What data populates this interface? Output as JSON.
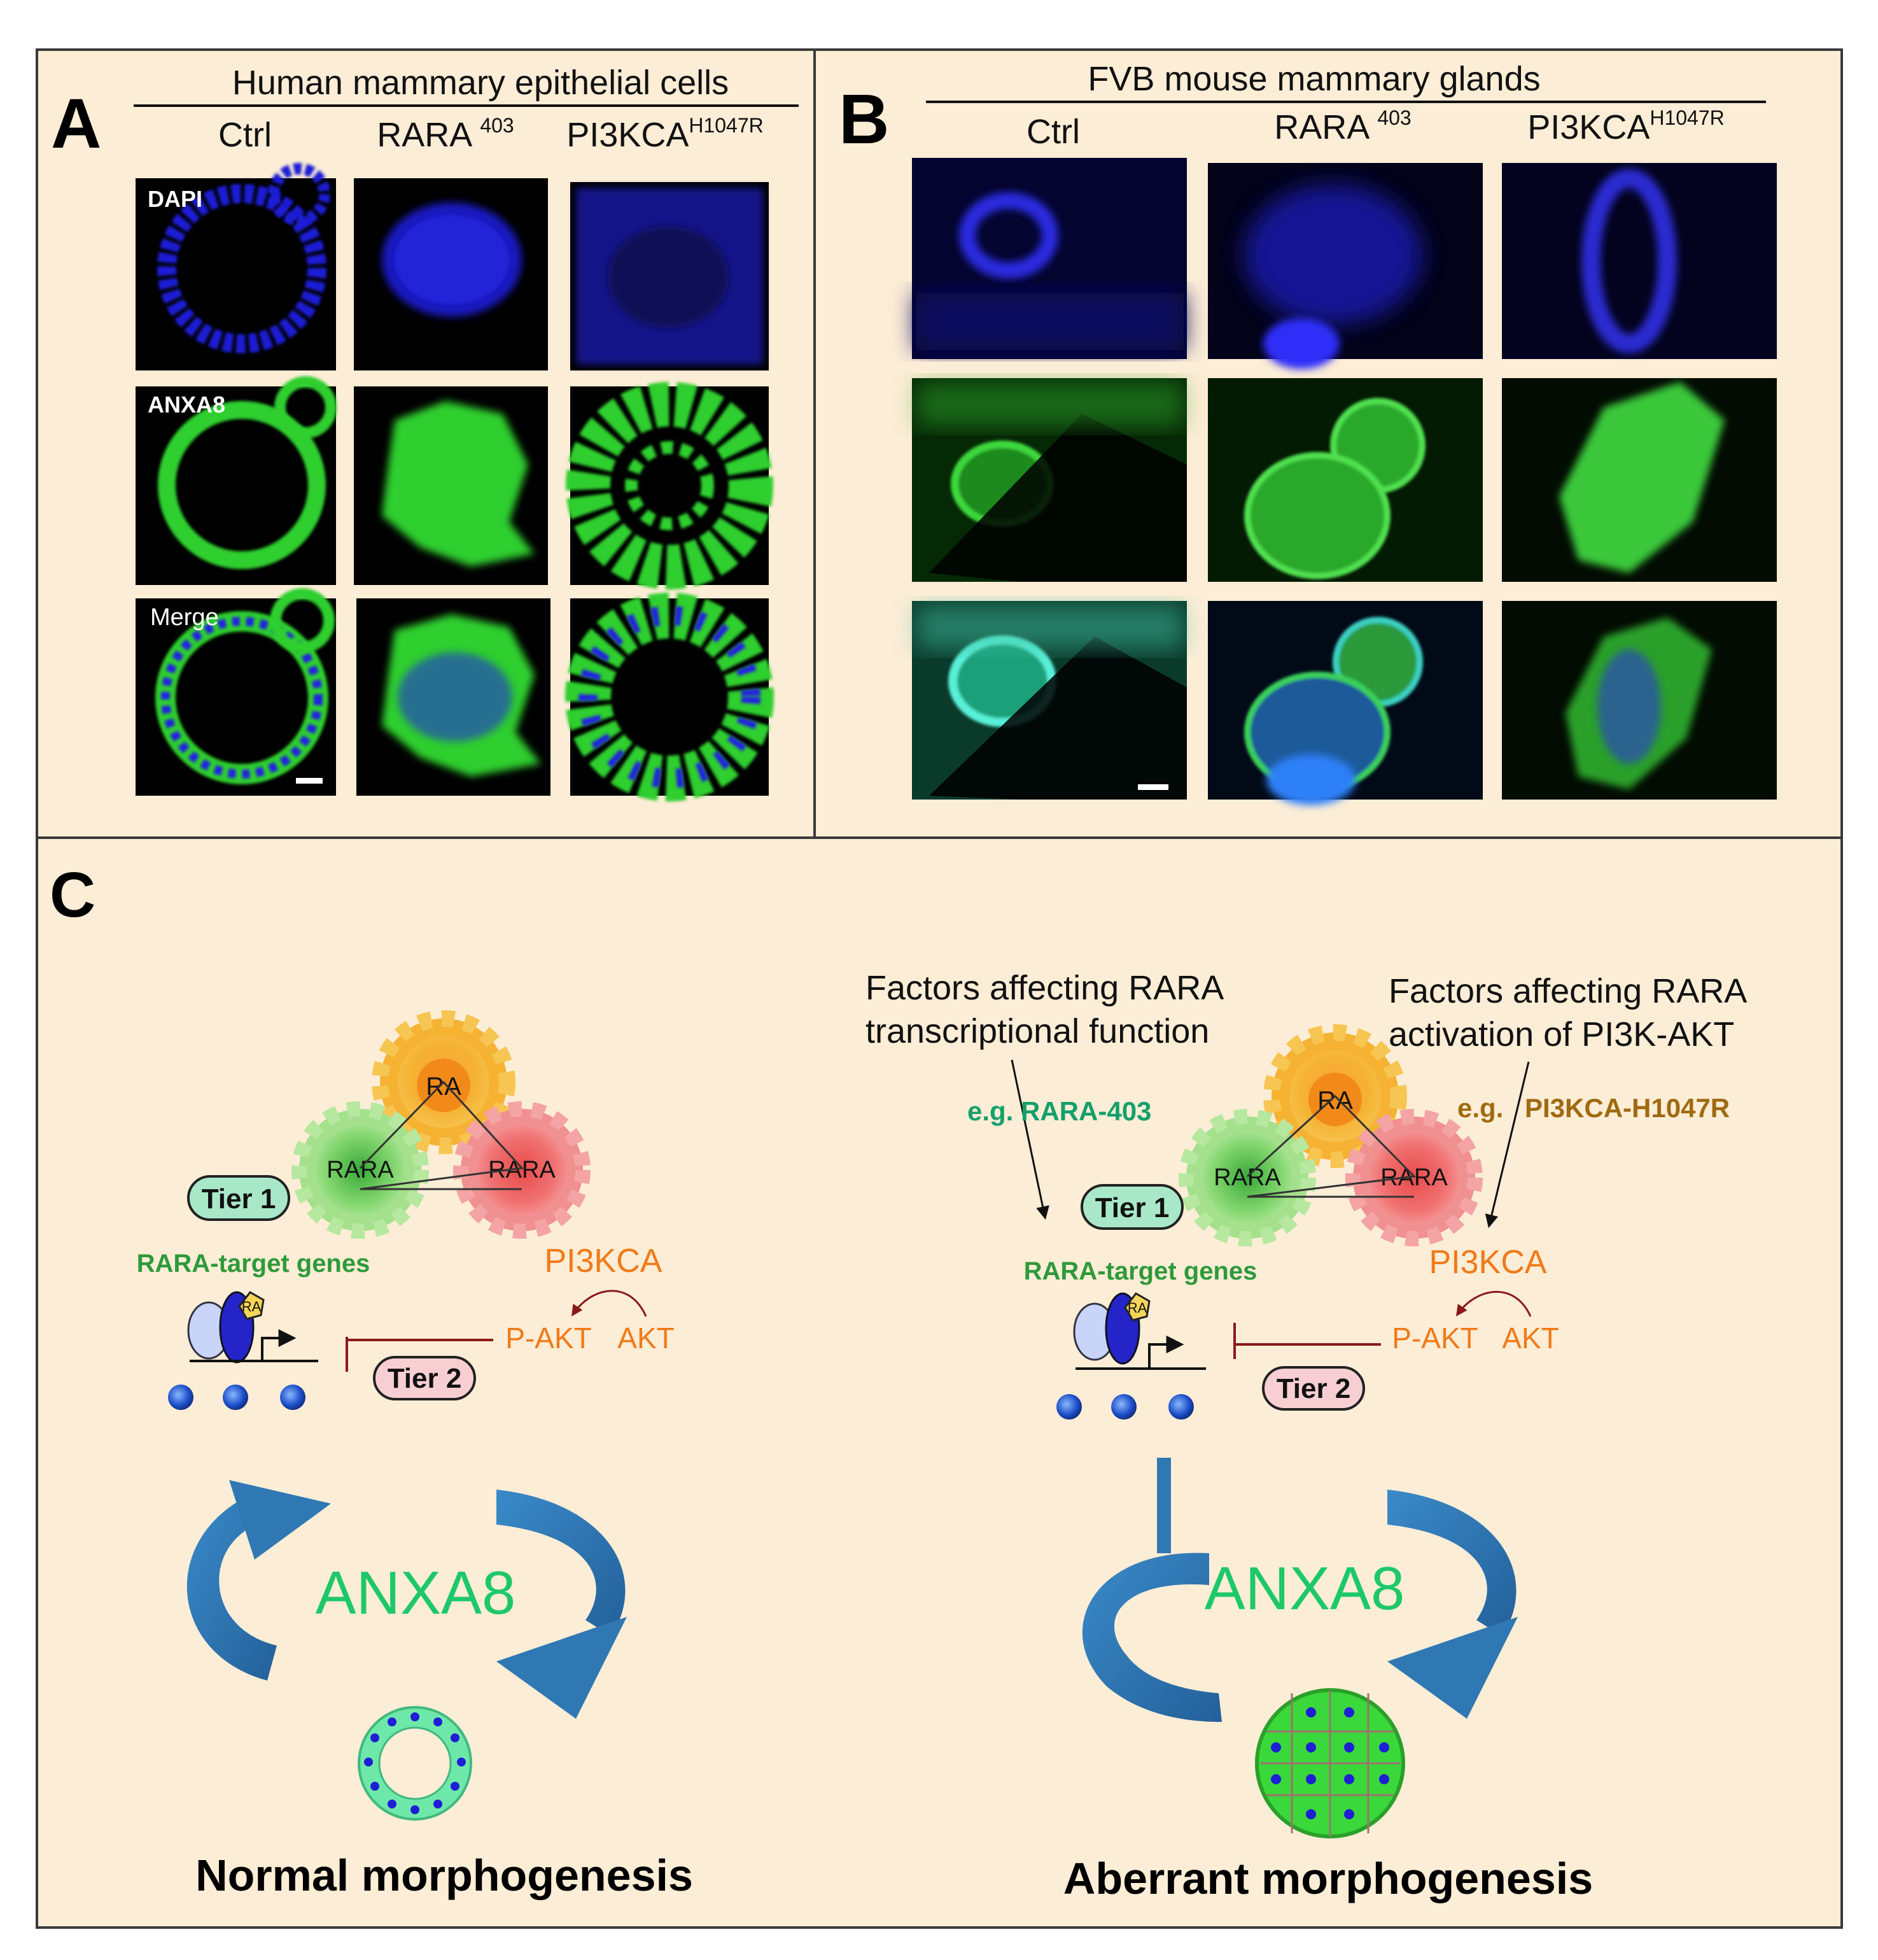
{
  "panelA": {
    "letter": "A",
    "title": "Human mammary epithelial cells",
    "cols": [
      {
        "main": "Ctrl",
        "sup": ""
      },
      {
        "main": "RARA ",
        "sup": "403"
      },
      {
        "main": "PI3KCA",
        "sup": "H1047R"
      }
    ],
    "row_labels": [
      "DAPI",
      "ANXA8",
      "Merge"
    ]
  },
  "panelB": {
    "letter": "B",
    "title": "FVB mouse mammary glands",
    "cols": [
      {
        "main": "Ctrl",
        "sup": ""
      },
      {
        "main": "RARA ",
        "sup": "403"
      },
      {
        "main": "PI3KCA",
        "sup": "H1047R"
      }
    ]
  },
  "panelC": {
    "letter": "C",
    "left": {
      "gears": {
        "top": "RA",
        "left": "RARA",
        "right": "RARA"
      },
      "tier1": "Tier 1",
      "tier2": "Tier 2",
      "target_genes": "RARA-target genes",
      "pi3kca": "PI3KCA",
      "pakt": "P-AKT",
      "akt": "AKT",
      "ra_small": "RA",
      "anxa8": "ANXA8",
      "caption": "Normal morphogenesis"
    },
    "right": {
      "factor1": [
        "Factors affecting RARA",
        "transcriptional function"
      ],
      "factor2": [
        "Factors affecting RARA",
        "activation of PI3K-AKT"
      ],
      "eg1": "e.g. RARA-403",
      "eg2_prefix": "e.g.",
      "eg2": "PI3KCA-H1047R",
      "gears": {
        "top": "RA",
        "left": "RARA",
        "right": "RARA"
      },
      "tier1": "Tier 1",
      "tier2": "Tier 2",
      "target_genes": "RARA-target genes",
      "pi3kca": "PI3KCA",
      "pakt": "P-AKT",
      "akt": "AKT",
      "ra_small": "RA",
      "anxa8": "ANXA8",
      "caption": "Aberrant morphogenesis"
    }
  },
  "colors": {
    "background": "#fcedd6",
    "border": "#3a3a3a",
    "dapi": "#1f1fd6",
    "anxa8": "#2fcf2f",
    "green_text": "#2e9a3a",
    "teal_text": "#14a06a",
    "orange_text": "#f07a18",
    "brown_text": "#a06a10",
    "anxa8_text": "#1ec86a",
    "arrow_blue": "#2f78b4",
    "inhibit_red": "#8a1a1a"
  }
}
